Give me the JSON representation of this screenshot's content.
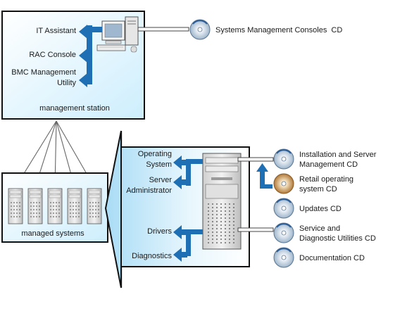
{
  "management_station": {
    "apps": [
      "IT Assistant",
      "RAC Console",
      "BMC Management",
      "Utility"
    ],
    "label": "management station"
  },
  "systems_management_consoles_cd": {
    "title": "Systems Management Consoles",
    "suffix": "CD"
  },
  "managed_systems": {
    "label": "managed systems",
    "server_count": 5
  },
  "server_software": {
    "operating_system": [
      "Operating",
      "System"
    ],
    "server_administrator": [
      "Server",
      "Administrator"
    ],
    "drivers": "Drivers",
    "diagnostics": "Diagnostics"
  },
  "cds": [
    {
      "lines": [
        "Installation and Server",
        "Management"
      ],
      "suffix": "CD",
      "style": "italic"
    },
    {
      "lines": [
        "Retail operating",
        "system"
      ],
      "suffix": "CD",
      "style": "normal"
    },
    {
      "lines": [
        "Updates"
      ],
      "suffix": "CD",
      "style": "italic"
    },
    {
      "lines": [
        "Service and",
        "Diagnostic Utilities"
      ],
      "suffix": "CD",
      "style": "italic"
    },
    {
      "lines": [
        "Documentation"
      ],
      "suffix": "CD",
      "style": "italic"
    }
  ],
  "colors": {
    "arrow_blue": "#1f6fb5",
    "panel_gradient_start": "#bfe6f8",
    "panel_gradient_end": "#ffffff",
    "border": "#111111"
  }
}
